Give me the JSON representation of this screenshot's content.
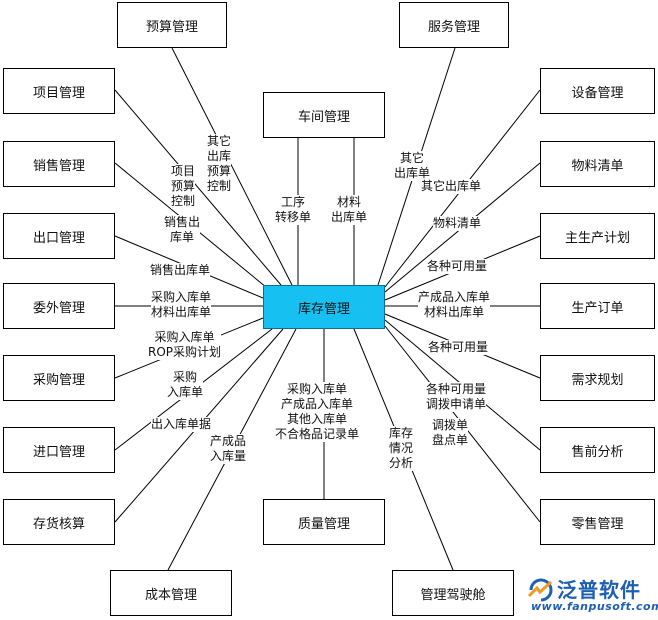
{
  "center": {
    "label": "库存管理",
    "color": "#16c0f1"
  },
  "modules": {
    "budget": "预算管理",
    "service": "服务管理",
    "project": "项目管理",
    "equipment": "设备管理",
    "workshop": "车间管理",
    "sales": "销售管理",
    "bom": "物料清单",
    "export": "出口管理",
    "mps": "主生产计划",
    "outsourcing": "委外管理",
    "production_order": "生产订单",
    "purchasing": "采购管理",
    "demand_planning": "需求规划",
    "import": "进口管理",
    "presales": "售前分析",
    "inventory_accounting": "存货核算",
    "quality": "质量管理",
    "retail": "零售管理",
    "cost": "成本管理",
    "cockpit": "管理驾驶舱"
  },
  "edge_labels": {
    "budget": "其它\n出库\n预算\n控制",
    "project": "项目\n预算\n控制",
    "sales_1": "销售出\n库单",
    "sales_2": "销售出库单",
    "workshop_1": "工序\n转移单",
    "workshop_2": "材料\n出库单",
    "service": "其它\n出库单",
    "equipment": "其它出库单",
    "bom": "物料清单",
    "mps": "各种可用量",
    "production_order": "产成品入库单\n材料出库单",
    "demand_planning": "各种可用量",
    "presales": "各种可用量\n调拨申请单",
    "retail": "调拨单\n盘点单",
    "outsourcing": "采购入库单\n材料出库单",
    "purchasing": "采购入库单\nROP采购计划",
    "import": "采购\n入库单",
    "inventory_accounting": "出入库单据",
    "cost": "产成品\n入库量",
    "quality": "采购入库单\n产成品入库单\n其他入库单\n不合格品记录单",
    "cockpit": "库存\n情况\n分析"
  },
  "logo": {
    "name": "泛普软件",
    "url": "www.fanpusoft.com"
  }
}
